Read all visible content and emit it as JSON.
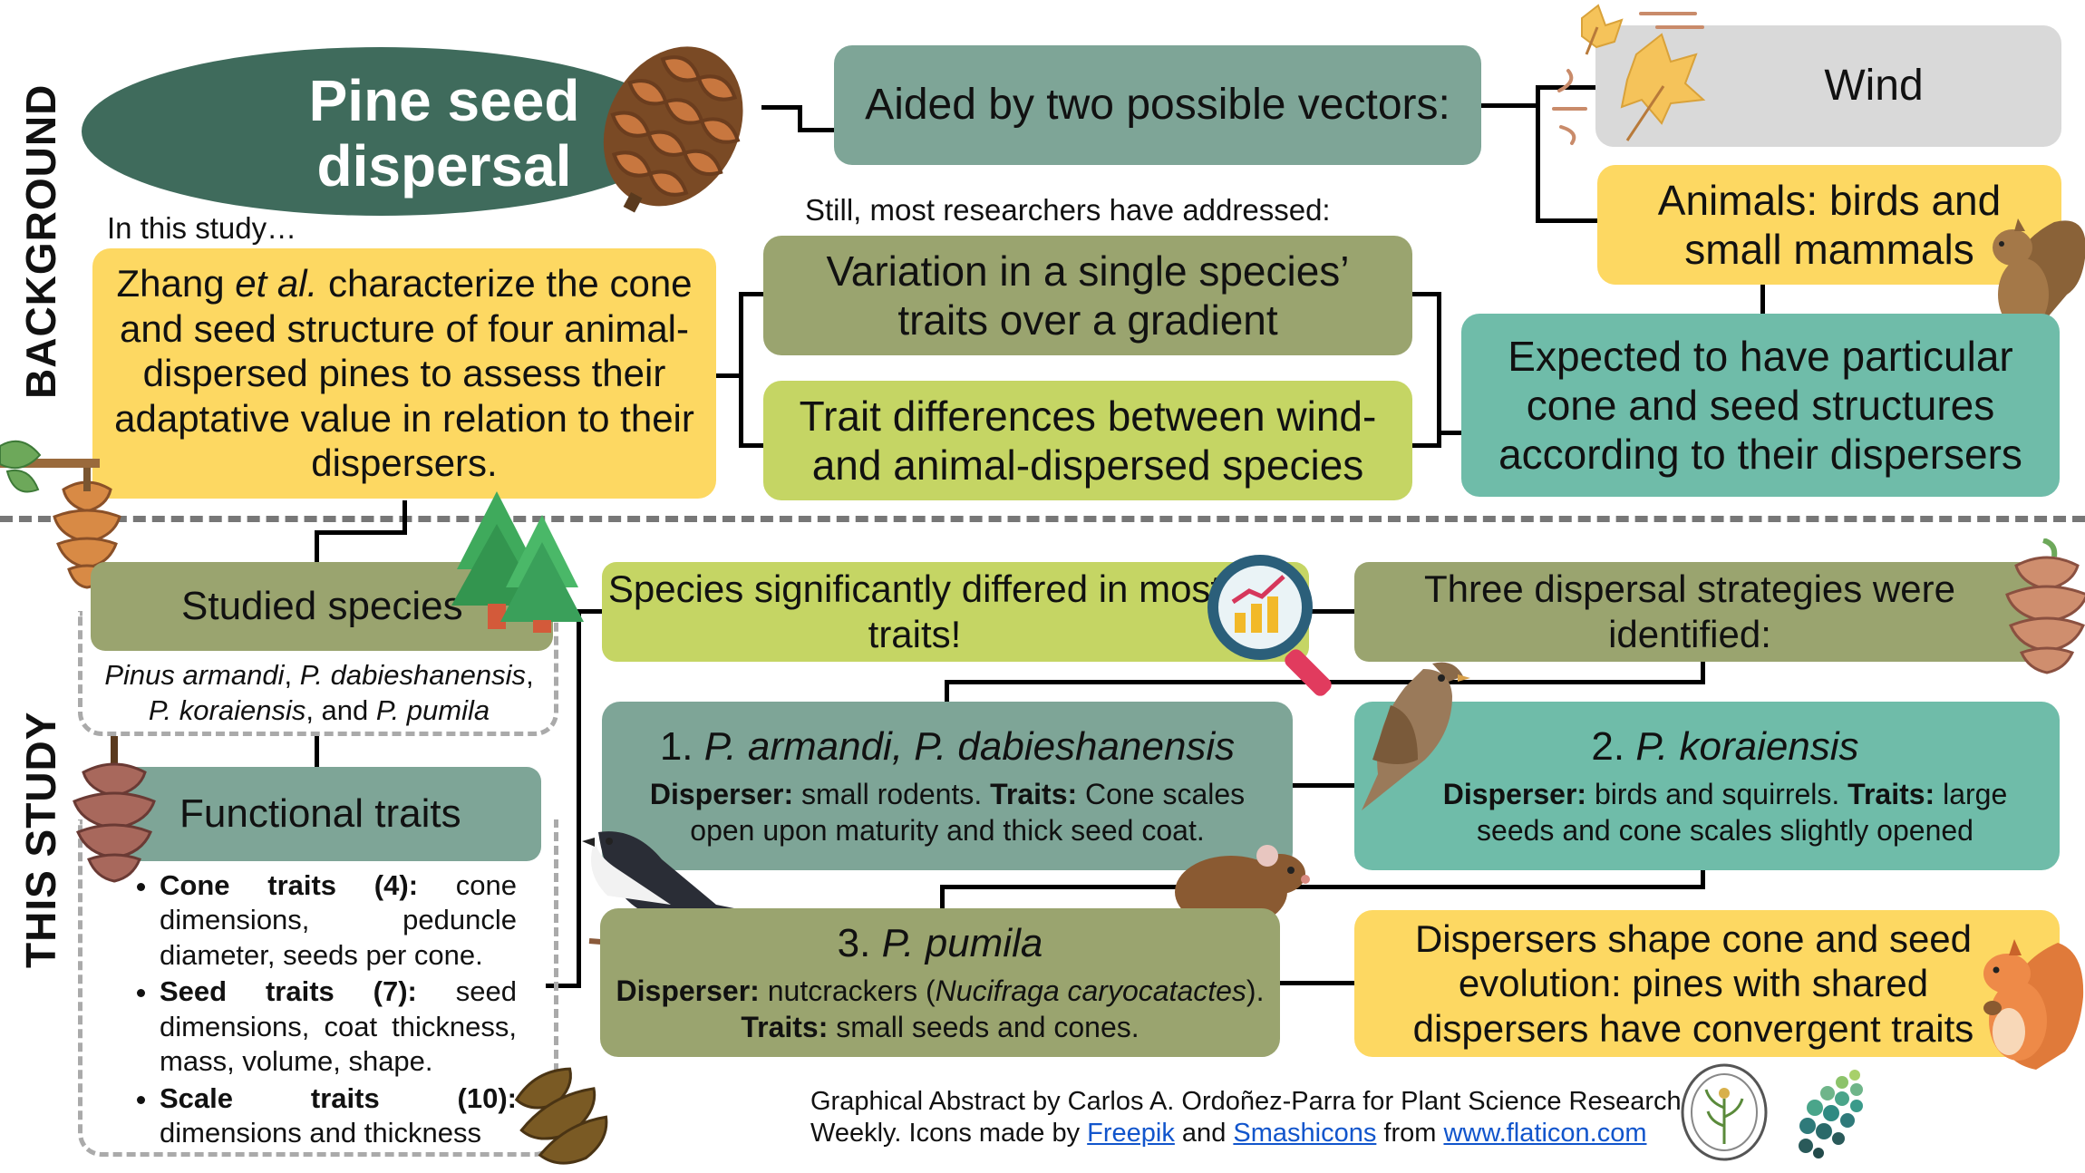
{
  "side_labels": {
    "background": "BACKGROUND",
    "this_study": "THIS STUDY"
  },
  "title": {
    "line1": "Pine seed",
    "line2": "dispersal"
  },
  "in_this_study": "In this study…",
  "zhang": {
    "pre": "Zhang ",
    "italic": "et al.",
    "post": " characterize the cone and seed structure of four animal-dispersed pines to assess their adaptative value in relation to their dispersers."
  },
  "vectors": "Aided by two possible vectors:",
  "wind": "Wind",
  "animals": "Animals: birds and small mammals",
  "expected": "Expected to have particular cone and seed structures according to their dispersers",
  "still": "Still, most researchers have addressed:",
  "variation": "Variation in a single species’ traits over a gradient",
  "trait_diff": "Trait differences between wind- and animal-dispersed species",
  "studied": {
    "title": "Studied species",
    "species": {
      "s1": "Pinus armandi",
      "sep1": ", ",
      "s2": "P. dabieshanensis",
      "sep2": ", ",
      "s3": "P. koraiensis",
      "sep3": ", and ",
      "s4": "P. pumila"
    }
  },
  "functional": {
    "title": "Functional traits",
    "items": [
      {
        "label": "Cone traits (4):",
        "text": " cone dimensions, peduncle diameter, seeds per cone."
      },
      {
        "label": "Seed traits (7):",
        "text": " seed dimensions, coat thickness, mass, volume, shape."
      },
      {
        "label": "Scale traits (10):",
        "text": " dimensions and thickness"
      }
    ]
  },
  "differed": "Species significantly differed in most traits!",
  "three": "Three dispersal strategies were identified:",
  "strategy1": {
    "num": "1. ",
    "name": "P. armandi, P. dabieshanensis",
    "disperser_label": "Disperser:",
    "disperser": " small rodents. ",
    "traits_label": "Traits:",
    "traits": " Cone scales open upon maturity and thick seed coat."
  },
  "strategy2": {
    "num": "2. ",
    "name": "P. koraiensis",
    "disperser_label": "Disperser:",
    "disperser": " birds and squirrels. ",
    "traits_label": "Traits:",
    "traits": " large seeds and cone scales slightly opened"
  },
  "strategy3": {
    "num": "3. ",
    "name": "P. pumila",
    "disperser_label": "Disperser:",
    "disperser_pre": " nutcrackers (",
    "disperser_italic": "Nucifraga caryocatactes",
    "disperser_post": "). ",
    "traits_label": "Traits:",
    "traits": " small seeds and cones."
  },
  "conclusion": "Dispersers shape cone and seed evolution: pines with shared dispersers have convergent traits",
  "footer": {
    "line1": "Graphical Abstract by Carlos A. Ordoñez-Parra for Plant Science Research",
    "weekly": "Weekly. Icons made by ",
    "freepik": "Freepik",
    "and": " and ",
    "smashicons": "Smashicons",
    "from": " from ",
    "flaticon": "www.flaticon.com"
  },
  "colors": {
    "title_green": "#3f6b5c",
    "gray": "#d9d9d9",
    "yellow": "#fdd862",
    "sage": "#7ea597",
    "teal": "#6fbca9",
    "olive": "#9aa46f",
    "lime": "#c5d564"
  }
}
